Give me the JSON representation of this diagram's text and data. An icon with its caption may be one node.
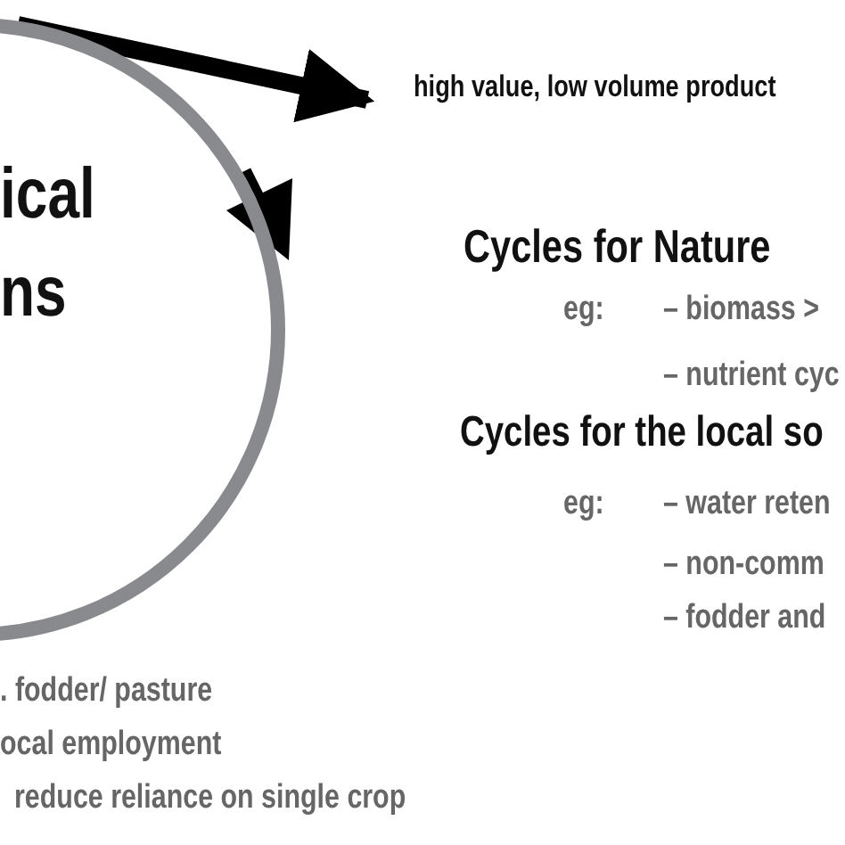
{
  "diagram": {
    "nodes": [
      {
        "text": [
          "ical ns"
        ]
      },
      {
        "text": [
          "high value, low volume product"
        ]
      }
    ],
    "edges": [
      {
        "from": 0,
        "to": 1,
        "arrow": "to"
      }
    ],
    "labels": [
      "Cycles for Nature",
      "eg:",
      "– biomass >",
      "– nutrient cyc",
      "Cycles for the local so",
      "eg:",
      "– water reten",
      "– non-comm",
      "– fodder and",
      ". fodder/ pasture",
      "ocal employment",
      "reduce reliance on single crop"
    ]
  }
}
